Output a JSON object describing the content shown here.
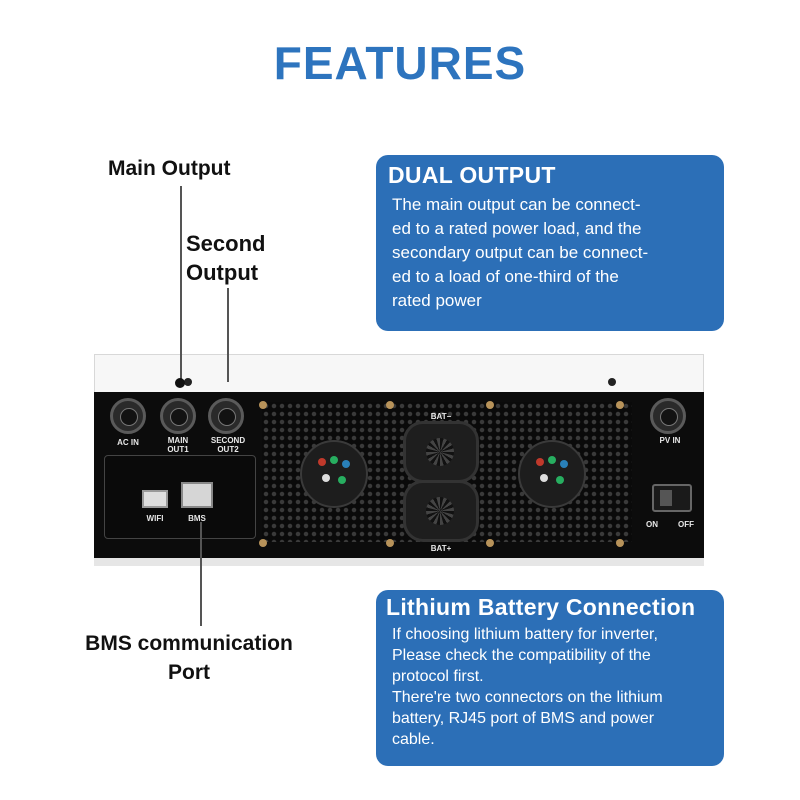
{
  "title": "FEATURES",
  "labels": {
    "main_output": "Main Output",
    "second_output_line1": "Second",
    "second_output_line2": "Output",
    "bms_line1": "BMS communication",
    "bms_line2": "Port"
  },
  "dual_output": {
    "heading": "DUAL OUTPUT",
    "text": "The main output can be connect-\ned to a rated power load, and the\nsecondary output can be connect-\ned to a load of one-third of the\nrated power"
  },
  "lithium": {
    "heading": "Lithium Battery Connection",
    "text": "If choosing lithium battery for inverter,\nPlease check the compatibility of the\nprotocol first.\nThere're two connectors on the lithium\nbattery, RJ45 port of BMS and power\ncable."
  },
  "device_labels": {
    "ac_in": "AC IN",
    "main_out1_l1": "MAIN",
    "main_out1_l2": "OUT1",
    "second_out2_l1": "SECOND",
    "second_out2_l2": "OUT2",
    "wifi": "WIFI",
    "bms": "BMS",
    "bat_minus": "BAT−",
    "bat_plus": "BAT+",
    "pv_in": "PV IN",
    "on": "ON",
    "off": "OFF"
  },
  "colors": {
    "accent": "#2d74be",
    "callout": "#2c6fb7"
  }
}
